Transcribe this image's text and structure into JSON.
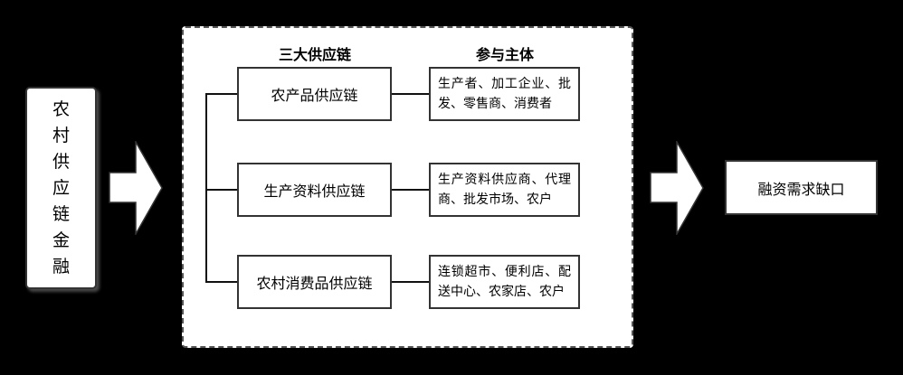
{
  "left_label": "农村供应链金融",
  "right_label": "融资需求缺口",
  "headers": {
    "chains": "三大供应链",
    "participants": "参与主体"
  },
  "rows": [
    {
      "chain": "农产品供应链",
      "participants": "生产者、加工企业、批发、零售商、消费者"
    },
    {
      "chain": "生产资料供应链",
      "participants": "生产资料供应商、代理商、批发市场、农户"
    },
    {
      "chain": "农村消费品供应链",
      "participants": "连锁超市、便利店、配送中心、农家店、农户"
    }
  ],
  "colors": {
    "background": "#000000",
    "box_fill": "#ffffff",
    "border": "#333333"
  }
}
